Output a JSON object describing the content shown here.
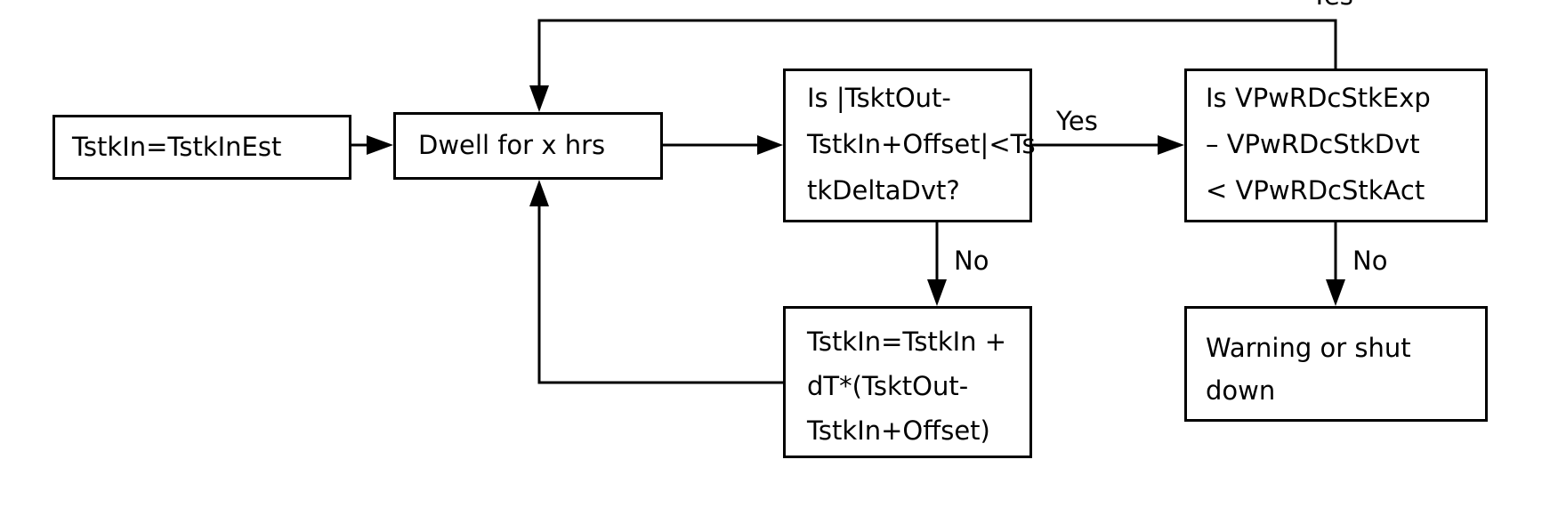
{
  "boxes": {
    "init": {
      "text": "TstkIn=TstkInEst"
    },
    "dwell": {
      "text": "Dwell for x hrs"
    },
    "check": {
      "lines": [
        "Is |TsktOut-",
        "TstkIn+Offset|<Ts",
        "tkDeltaDvt?"
      ]
    },
    "vcheck": {
      "lines": [
        "Is VPwRDcStkExp",
        "– VPwRDcStkDvt",
        "< VPwRDcStkAct"
      ]
    },
    "update": {
      "lines": [
        "TstkIn=TstkIn +",
        "dT*(TsktOut-",
        "TstkIn+Offset)"
      ]
    },
    "warn": {
      "lines": [
        "Warning or shut",
        "down"
      ]
    }
  },
  "edges": {
    "check_yes": "Yes",
    "check_no": "No",
    "vcheck_no": "No",
    "vcheck_yes": "Yes"
  },
  "colors": {
    "line": "#000000",
    "background": "#ffffff"
  }
}
